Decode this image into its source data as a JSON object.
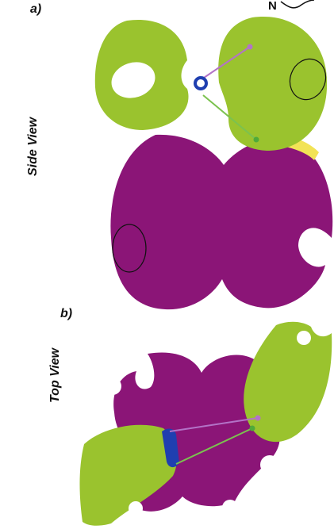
{
  "panels": {
    "a": {
      "label": "a)",
      "view_label": "Side View"
    },
    "b": {
      "label": "b)",
      "view_label": "Top View"
    }
  },
  "corner_glyph": "N",
  "colors": {
    "green": "#9ac32e",
    "purple": "#8b1577",
    "yellow": "#f2e356",
    "blue": "#1f3fb0",
    "pink_linker": "#b373c7",
    "green_linker": "#7bc24f",
    "outline": "#111111",
    "background": "#ffffff"
  }
}
